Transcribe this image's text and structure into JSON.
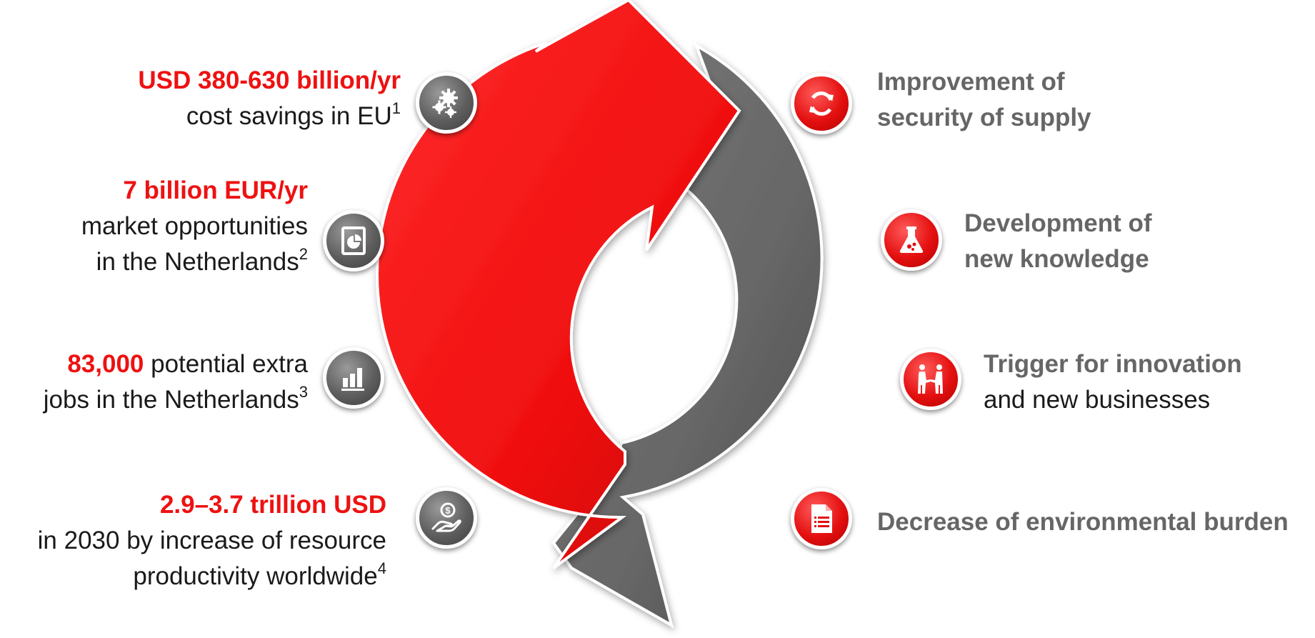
{
  "left_items": [
    {
      "highlight": "USD 380-630 billion/yr",
      "line2": "cost savings in EU",
      "sup": "1",
      "icon": "gears-icon"
    },
    {
      "highlight": "7 billion EUR/yr",
      "line2": "market opportunities",
      "line3": "in the Netherlands",
      "sup": "2",
      "icon": "pie-chart-document-icon"
    },
    {
      "highlight": "83,000",
      "after": " potential extra",
      "line2": "jobs in the Netherlands",
      "sup": "3",
      "icon": "bar-chart-icon"
    },
    {
      "highlight": "2.9–3.7 trillion USD",
      "line2": "in 2030 by increase of resource",
      "line3": "productivity worldwide",
      "sup": "4",
      "icon": "hand-coin-icon"
    }
  ],
  "right_items": [
    {
      "line1": "Improvement of",
      "line2": "security of supply",
      "icon": "refresh-icon"
    },
    {
      "line1": "Development of",
      "line2": "new knowledge",
      "icon": "flask-icon"
    },
    {
      "line1": "Trigger for innovation",
      "line2": "and new businesses",
      "icon": "handshake-icon"
    },
    {
      "line1": "Decrease of environmental burden",
      "icon": "document-list-icon"
    }
  ],
  "colors": {
    "red_arrow": "#ee1111",
    "grey_arrow": "#666666",
    "highlight_text": "#ee1111",
    "grey_text": "#666666"
  }
}
